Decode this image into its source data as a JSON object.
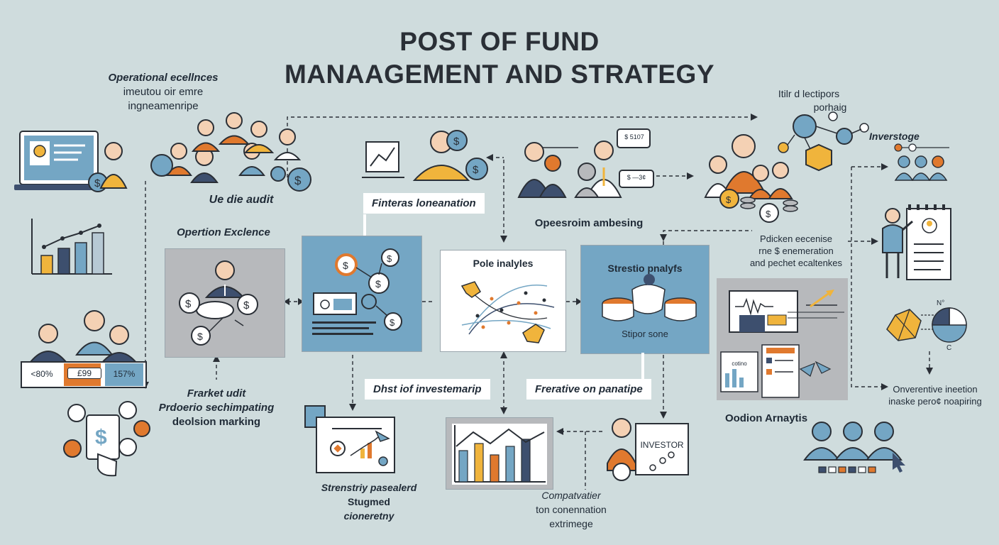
{
  "title": {
    "line1": "POST OF FUND",
    "line2": "MANAAGEMENT AND STRATEGY"
  },
  "left": {
    "operational_excellence": {
      "line1": "Operational ecellnces",
      "line2": "imeutou oir emre",
      "line3": "ingneamenripe"
    },
    "ue_die_audit": "Ue die audit",
    "operation_excellence": "Opertion Exclence",
    "percent_a": "<80%",
    "percent_b": "£99",
    "percent_c": "157%",
    "market": {
      "line1": "Frarket udit",
      "line2": "Prdoerio sechimpating",
      "line3": "deolsion marking"
    }
  },
  "center": {
    "finteras_tag": "Finteras loneanation",
    "opeesroim": "Opeesroim ambesing",
    "pole_analyles": "Pole inalyles",
    "dhst_tag": "Dhst iof investemarip",
    "frerative_tag": "Frerative on panatipe",
    "strenstry": {
      "line1": "Strenstriy pasealerd",
      "line2": "Stugmed",
      "line3": "cioneretny"
    },
    "compat": {
      "line1": "Compatvatier",
      "line2": "ton conennation",
      "line3": "extrimege"
    },
    "speech_bubble_1": "$ 5107",
    "speech_bubble_2": "$ —3¢"
  },
  "right_mid": {
    "strestio_title": "Strestio pnalyfs",
    "strestio_sub": "Stipor sone",
    "investor_card": "INVESTOR"
  },
  "right": {
    "tlr_label": {
      "line1": "Itilr d lectipors",
      "line2": "porhaig"
    },
    "inverstoge": "Inverstoge",
    "pricken": {
      "line1": "Pdicken eecenise",
      "line2": "rne $ enemeration",
      "line3": "and pechet ecaltenkes"
    },
    "onverentive": {
      "line1": "Onverentive ineetion",
      "line2": "inaske pero¢ noapiring"
    },
    "oodion": "Oodion Arnaytis",
    "small_screen_label": "cotino",
    "pie_label_n": "N°",
    "pie_label_c": "C"
  },
  "colors": {
    "background": "#cfdcdd",
    "blue": "#74a6c4",
    "orange": "#e0792e",
    "yellow": "#f0b43c",
    "navy": "#3d4f6e",
    "grey": "#b7b9bc"
  }
}
